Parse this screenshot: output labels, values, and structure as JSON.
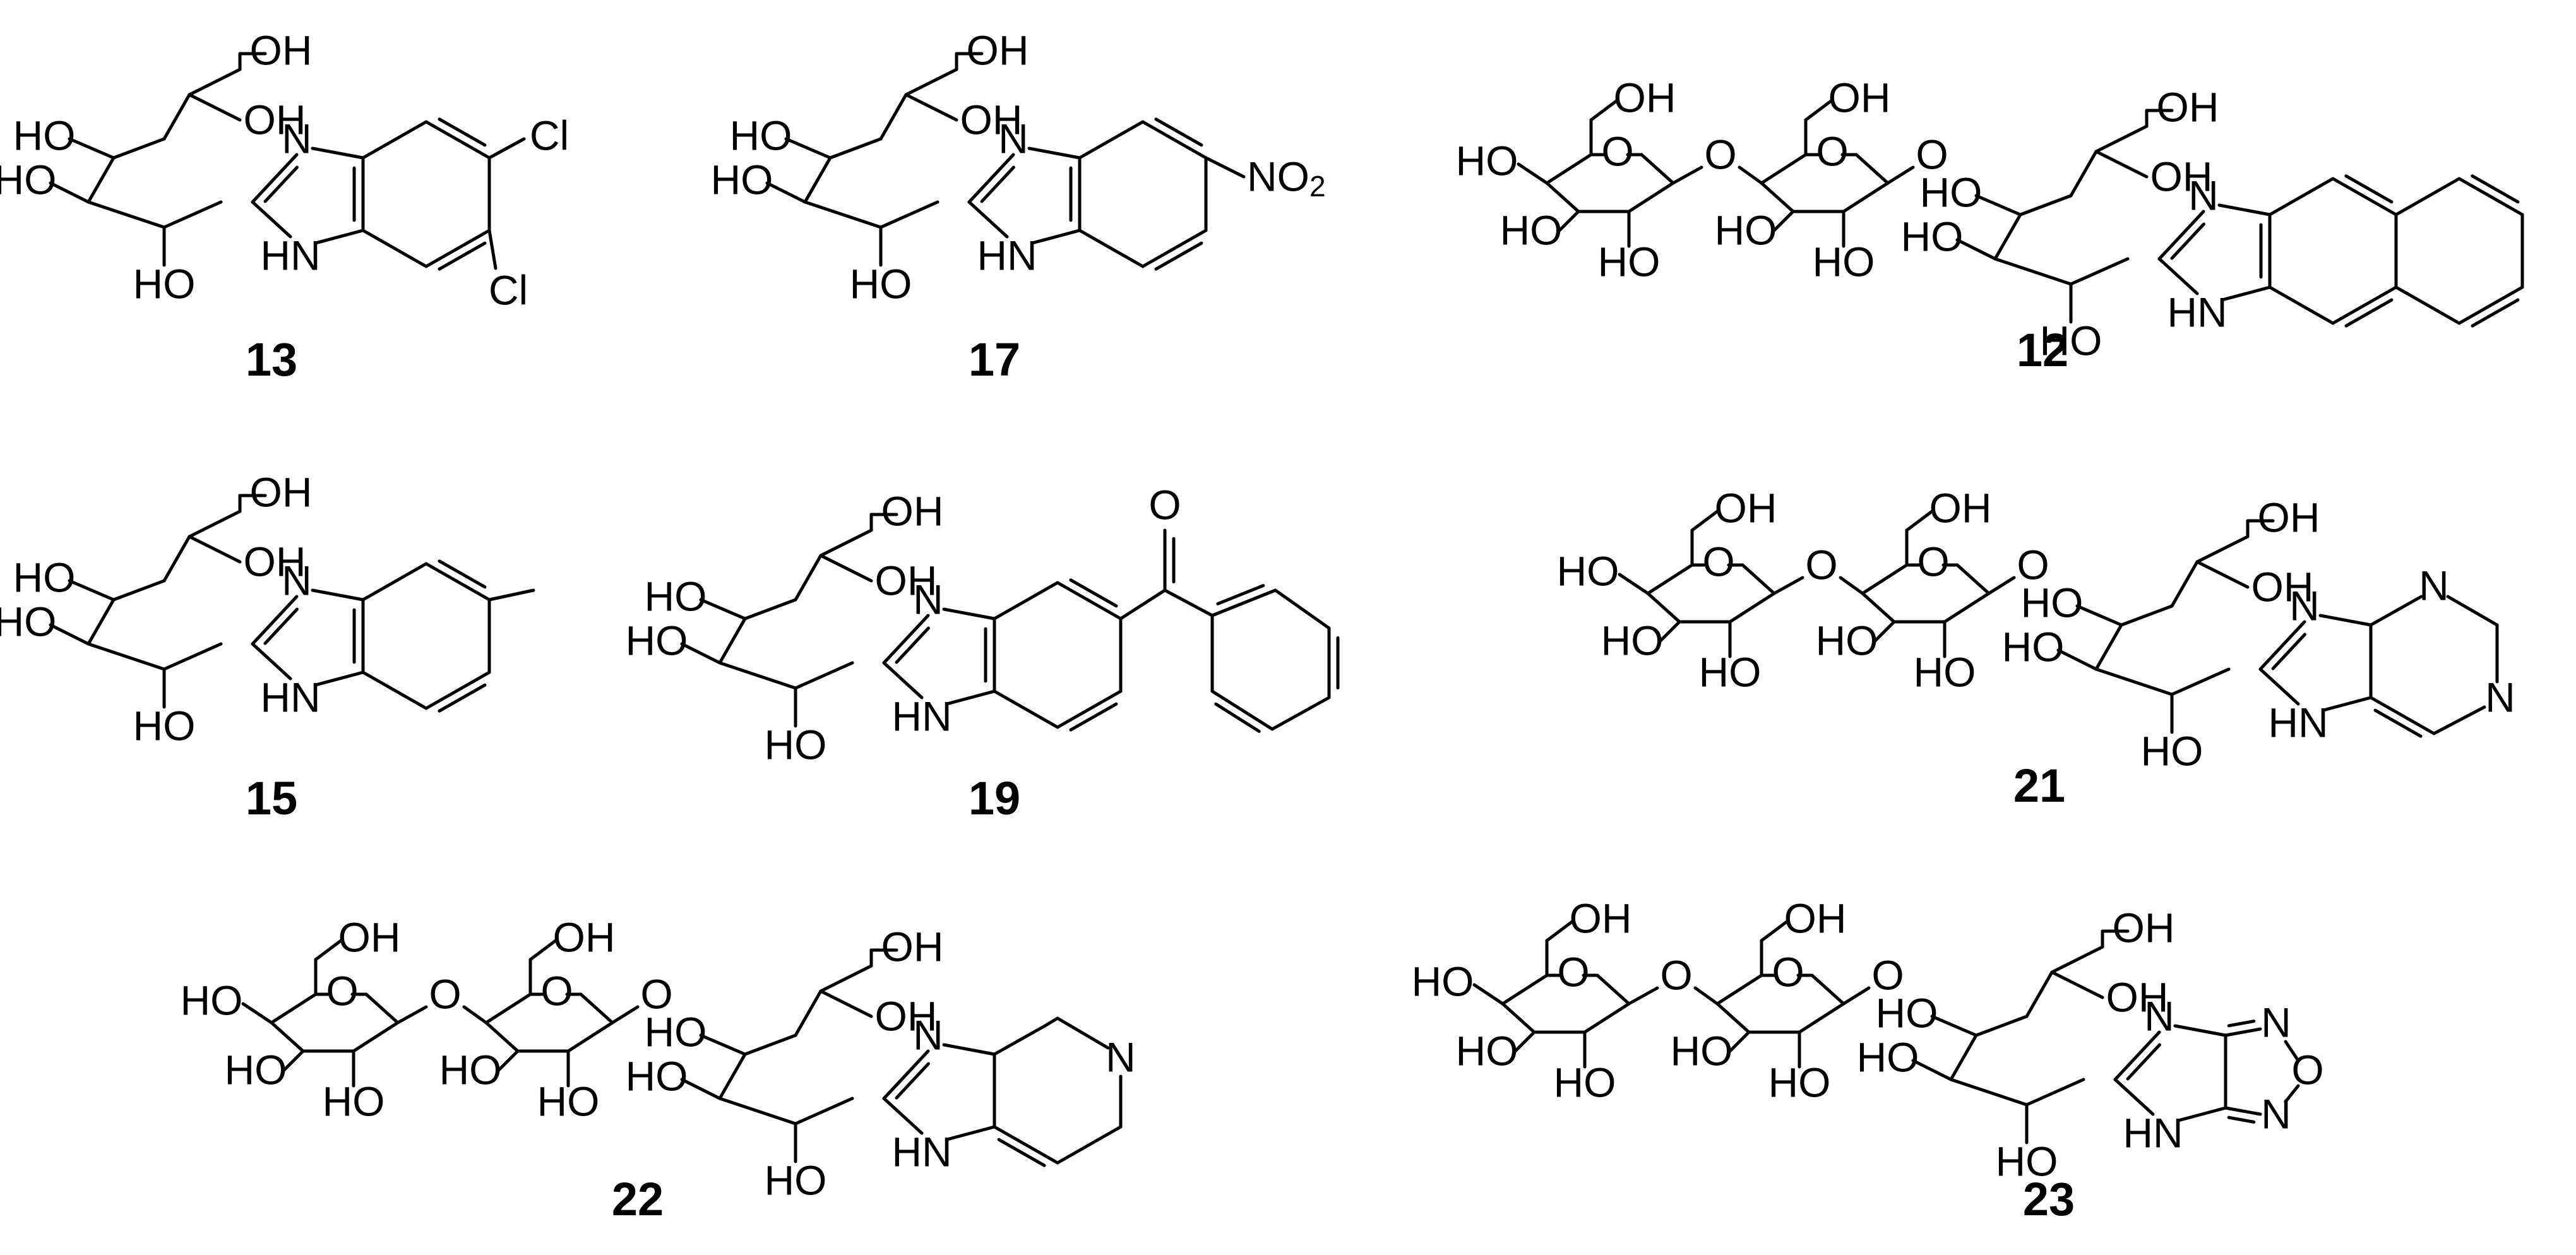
{
  "compounds": [
    {
      "id": "13",
      "label": "13",
      "linkers": 0,
      "head": "dichlorobenzimidazole",
      "atoms": {
        "oh6": "OH",
        "oh4": "OH",
        "oh3": "HO",
        "oh2": "HO",
        "oh1": "HO",
        "n": "N",
        "nh": "HN",
        "cl1": "Cl",
        "cl2": "Cl"
      }
    },
    {
      "id": "17",
      "label": "17",
      "linkers": 0,
      "head": "nitrobenzimidazole",
      "atoms": {
        "oh6": "OH",
        "oh4": "OH",
        "oh3": "HO",
        "oh2": "HO",
        "oh1": "HO",
        "n": "N",
        "nh": "HN",
        "no2": "NO",
        "no2sub": "2"
      }
    },
    {
      "id": "12",
      "label": "12",
      "linkers": 2,
      "head": "naphthimidazole",
      "atoms": {
        "oh6": "OH",
        "oh4": "OH",
        "oh3": "HO",
        "oh2": "HO",
        "oh1": "HO",
        "n": "N",
        "nh": "HN",
        "g1ring": "O",
        "g1oh6": "OH",
        "g1oh4": "HO",
        "g1oh3": "HO",
        "g1oh2": "HO",
        "g2ring": "O",
        "g2oh6": "OH",
        "g2oh3": "HO",
        "g2oh2": "HO",
        "link1": "O",
        "link2": "O"
      }
    },
    {
      "id": "15",
      "label": "15",
      "linkers": 0,
      "head": "methylbenzimidazole",
      "atoms": {
        "oh6": "OH",
        "oh4": "OH",
        "oh3": "HO",
        "oh2": "HO",
        "oh1": "HO",
        "n": "N",
        "nh": "HN"
      }
    },
    {
      "id": "19",
      "label": "19",
      "linkers": 0,
      "head": "benzoylbenzimidazole",
      "atoms": {
        "oh6": "OH",
        "oh4": "OH",
        "oh3": "HO",
        "oh2": "HO",
        "oh1": "HO",
        "n": "N",
        "nh": "HN",
        "ketone": "O"
      }
    },
    {
      "id": "21",
      "label": "21",
      "linkers": 2,
      "head": "purine",
      "atoms": {
        "oh6": "OH",
        "oh4": "OH",
        "oh3": "HO",
        "oh2": "HO",
        "oh1": "HO",
        "n": "N",
        "nh": "HN",
        "g1ring": "O",
        "g1oh6": "OH",
        "g1oh4": "HO",
        "g1oh3": "HO",
        "g1oh2": "HO",
        "g2ring": "O",
        "g2oh6": "OH",
        "g2oh3": "HO",
        "g2oh2": "HO",
        "link1": "O",
        "link2": "O",
        "hn1": "N",
        "hn2": "N"
      }
    },
    {
      "id": "22",
      "label": "22",
      "linkers": 2,
      "head": "imidazopyridine",
      "atoms": {
        "oh6": "OH",
        "oh4": "OH",
        "oh3": "HO",
        "oh2": "HO",
        "oh1": "HO",
        "n": "N",
        "nh": "HN",
        "g1ring": "O",
        "g1oh6": "OH",
        "g1oh4": "HO",
        "g1oh3": "HO",
        "g1oh2": "HO",
        "g2ring": "O",
        "g2oh6": "OH",
        "g2oh3": "HO",
        "g2oh2": "HO",
        "link1": "O",
        "link2": "O",
        "hn1": "N"
      }
    },
    {
      "id": "23",
      "label": "23",
      "linkers": 2,
      "head": "imidazofurazan",
      "atoms": {
        "oh6": "OH",
        "oh4": "OH",
        "oh3": "HO",
        "oh2": "HO",
        "oh1": "HO",
        "n": "N",
        "nh": "HN",
        "g1ring": "O",
        "g1oh6": "OH",
        "g1oh4": "HO",
        "g1oh3": "HO",
        "g1oh2": "HO",
        "g2ring": "O",
        "g2oh6": "OH",
        "g2oh3": "HO",
        "g2oh2": "HO",
        "link1": "O",
        "link2": "O",
        "hn1": "N",
        "hn2": "N",
        "hn3": "O"
      }
    }
  ]
}
